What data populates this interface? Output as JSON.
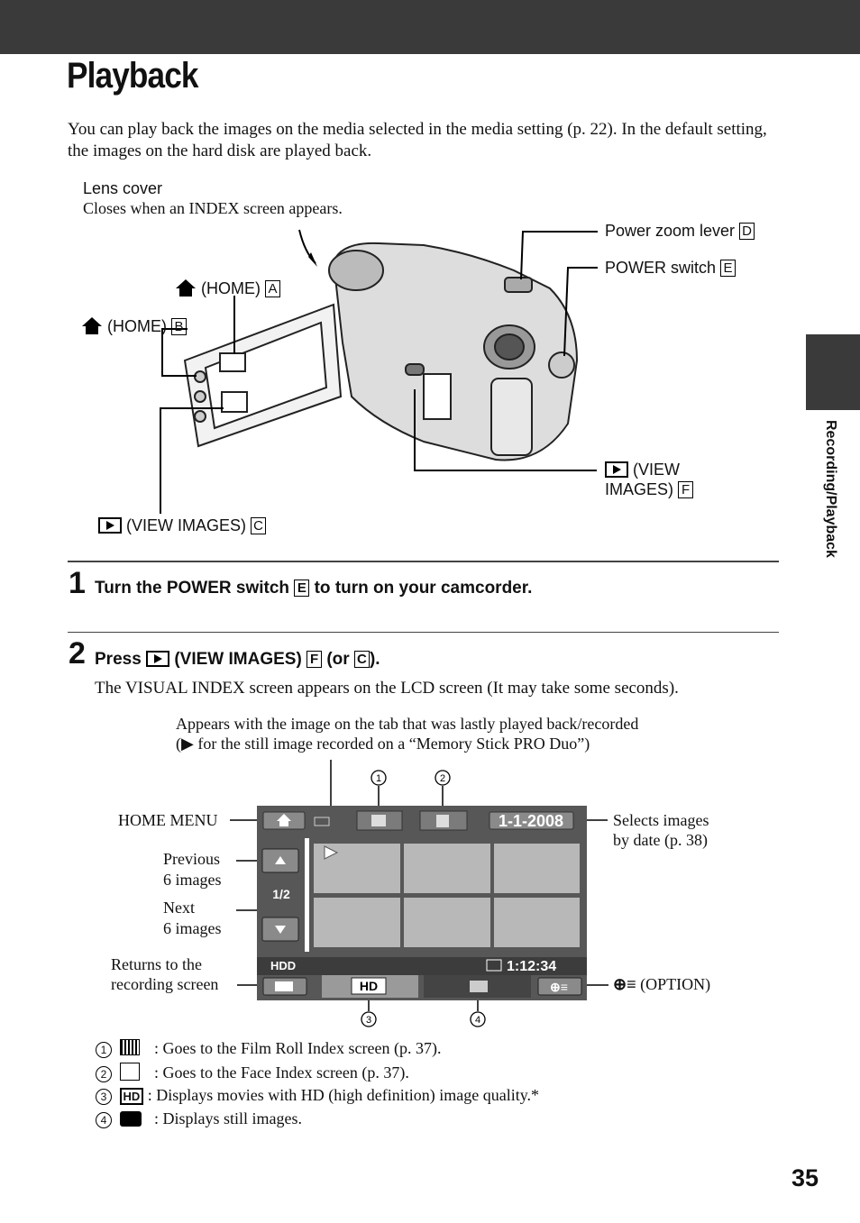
{
  "page": {
    "title": "Playback",
    "side_label": "Recording/Playback",
    "page_number": "35",
    "intro": "You can play back the images on the media selected in the media setting (p. 22). In the default setting, the images on the hard disk are played back."
  },
  "camera_figure": {
    "lens_cover_title": "Lens cover",
    "lens_cover_desc": "Closes when an INDEX screen appears.",
    "power_zoom": "Power zoom lever",
    "power_zoom_key": "D",
    "power_switch": "POWER switch",
    "power_switch_key": "E",
    "home_a": "(HOME)",
    "home_a_key": "A",
    "home_b": "(HOME)",
    "home_b_key": "B",
    "view_images_f_1": "(VIEW",
    "view_images_f_2": "IMAGES)",
    "view_images_f_key": "F",
    "view_images_c": "(VIEW IMAGES)",
    "view_images_c_key": "C"
  },
  "steps": [
    {
      "number": "1",
      "text_a": "Turn the POWER switch",
      "key": "E",
      "text_b": "to turn on your camcorder."
    },
    {
      "number": "2",
      "text_a": "Press",
      "text_b": "(VIEW IMAGES)",
      "key1": "F",
      "text_c": "(or",
      "key2": "C",
      "text_d": ").",
      "body": "The VISUAL INDEX screen appears on the LCD screen (It may take some seconds)."
    }
  ],
  "screen_figure": {
    "note_line1": "Appears with the image on the tab that was lastly played back/recorded",
    "note_line2": "(▶ for the still image recorded on a “Memory Stick PRO Duo”)",
    "home_menu": "HOME MENU",
    "previous_1": "Previous",
    "previous_2": "6 images",
    "next_1": "Next",
    "next_2": "6 images",
    "returns_1": "Returns to the",
    "returns_2": "recording screen",
    "selects_1": "Selects images",
    "selects_2": "by date (p. 38)",
    "option": "(OPTION)",
    "date": "1-1-2008",
    "page_indicator": "1/2",
    "media": "HDD",
    "time": "1:12:34",
    "hd_label": "HD",
    "callout_1": "1",
    "callout_2": "2",
    "callout_3": "3",
    "callout_4": "4"
  },
  "legend": [
    {
      "num": "1",
      "icon": "film-roll-icon",
      "text": ": Goes to the Film Roll Index screen (p. 37)."
    },
    {
      "num": "2",
      "icon": "face-index-icon",
      "text": ": Goes to the Face Index screen (p. 37)."
    },
    {
      "num": "3",
      "icon": "hd-icon",
      "text": ": Displays movies with HD (high definition) image quality.*"
    },
    {
      "num": "4",
      "icon": "camera-icon",
      "text": ": Displays still images."
    }
  ]
}
